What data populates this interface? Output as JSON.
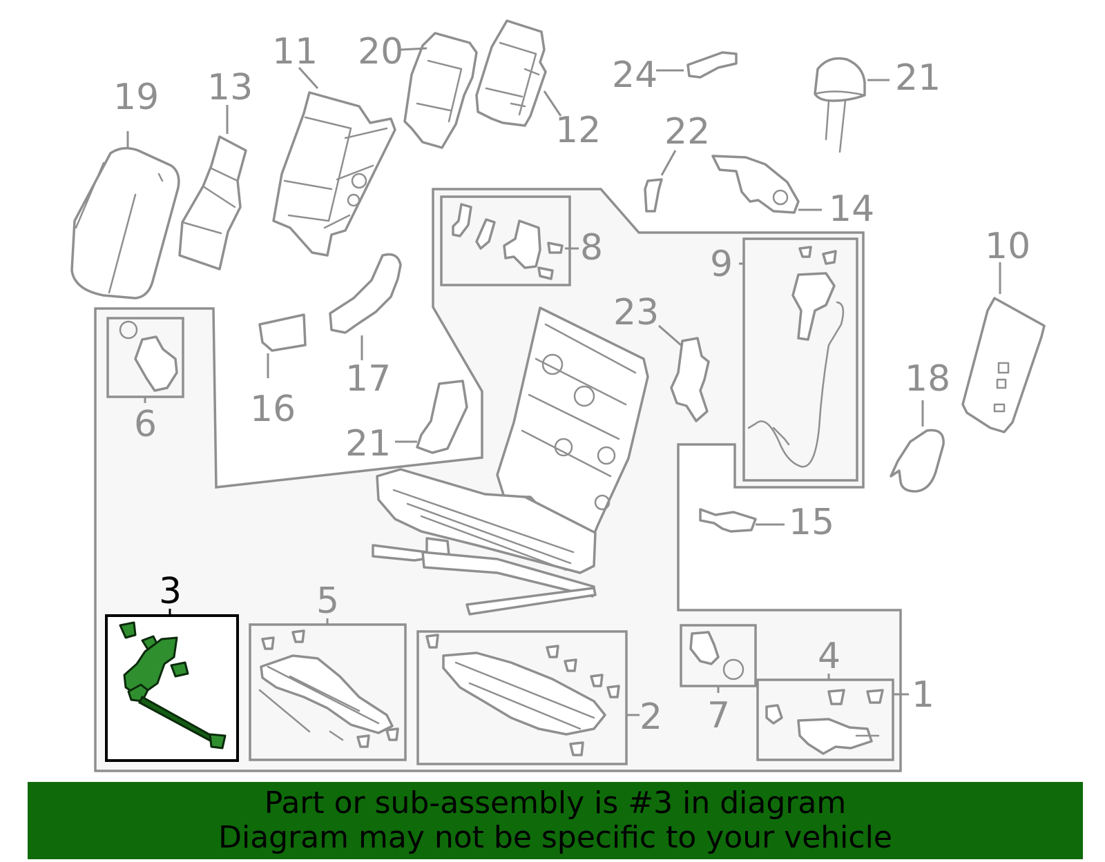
{
  "banner": {
    "line1": "Part or sub-assembly is #3 in diagram",
    "line2": "Diagram may not be specific to your vehicle",
    "background_color": "#0f6a0a",
    "text_color": "#000000"
  },
  "highlighted_part": "3",
  "highlight_color": "#2f8f2f",
  "callouts": {
    "c1": "1",
    "c2": "2",
    "c3": "3",
    "c4": "4",
    "c5": "5",
    "c6": "6",
    "c7": "7",
    "c8": "8",
    "c9": "9",
    "c10": "10",
    "c11": "11",
    "c12": "12",
    "c13": "13",
    "c14": "14",
    "c15": "15",
    "c16": "16",
    "c17": "17",
    "c18": "18",
    "c19": "19",
    "c20": "20",
    "c21a": "21",
    "c21b": "21",
    "c22": "22",
    "c23": "23",
    "c24": "24"
  }
}
